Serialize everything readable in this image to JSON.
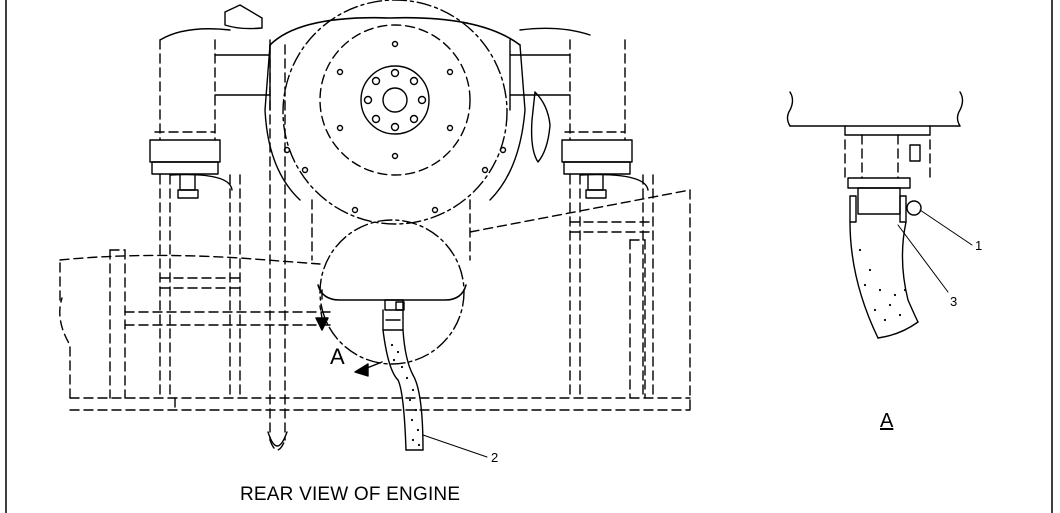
{
  "diagram": {
    "caption": "REAR VIEW OF ENGINE",
    "view_marker": "A",
    "detail_title": "A",
    "callouts": [
      {
        "id": "1",
        "text": "1"
      },
      {
        "id": "2",
        "text": "2"
      },
      {
        "id": "3",
        "text": "3"
      }
    ],
    "colors": {
      "line": "#000000",
      "background": "#ffffff"
    }
  }
}
